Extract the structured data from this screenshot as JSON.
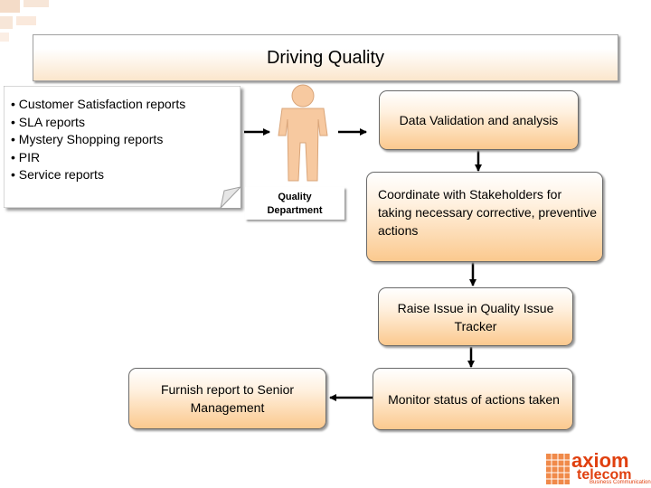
{
  "title": "Driving Quality",
  "sources": {
    "items": [
      "Customer Satisfaction reports",
      "SLA reports",
      "Mystery Shopping reports",
      "PIR",
      "Service reports"
    ]
  },
  "actor": {
    "label_line1": "Quality",
    "label_line2": "Department"
  },
  "steps": {
    "validation": "Data Validation and analysis",
    "coordinate": "Coordinate with Stakeholders for taking necessary corrective, preventive actions",
    "raise_issue": "Raise Issue in Quality Issue Tracker",
    "monitor": "Monitor status of actions taken",
    "furnish": "Furnish report to Senior Management"
  },
  "logo": {
    "line1": "axiom",
    "line2": "telecom",
    "line3": "Business Communication"
  },
  "colors": {
    "box_fill": "#fbc98e",
    "person_fill": "#f7c9a0",
    "logo": "#e0400f",
    "arrow": "#000000"
  }
}
